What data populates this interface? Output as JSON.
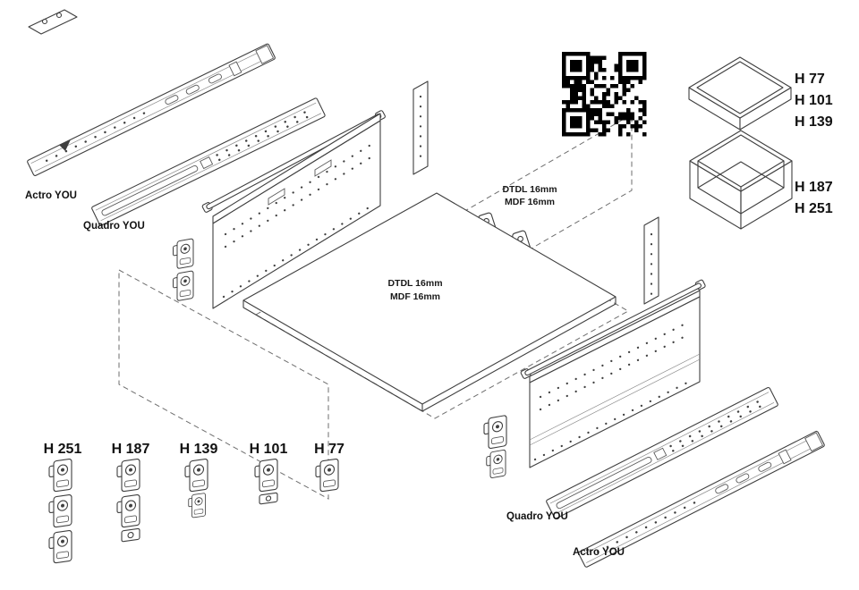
{
  "colors": {
    "line": "#3f3f3f",
    "text": "#111111",
    "qr": "#000000",
    "background": "#ffffff"
  },
  "top_left": {
    "actro_slide_label": "Actro YOU",
    "quadro_slide_label": "Quadro YOU"
  },
  "rear_panel_note": {
    "line1": "DTDL 16mm",
    "line2": "MDF 16mm"
  },
  "bottom_panel_note": {
    "line1": "DTDL 16mm",
    "line2": "MDF 16mm"
  },
  "drawer_height_options": {
    "shallow": [
      "H 77",
      "H 101",
      "H 139"
    ],
    "deep": [
      "H 187",
      "H 251"
    ]
  },
  "front_bracket_heights": [
    "H 251",
    "H 187",
    "H 139",
    "H 101",
    "H 77"
  ],
  "bottom_right": {
    "quadro_slide_label": "Quadro YOU",
    "actro_slide_label": "Actro YOU"
  }
}
